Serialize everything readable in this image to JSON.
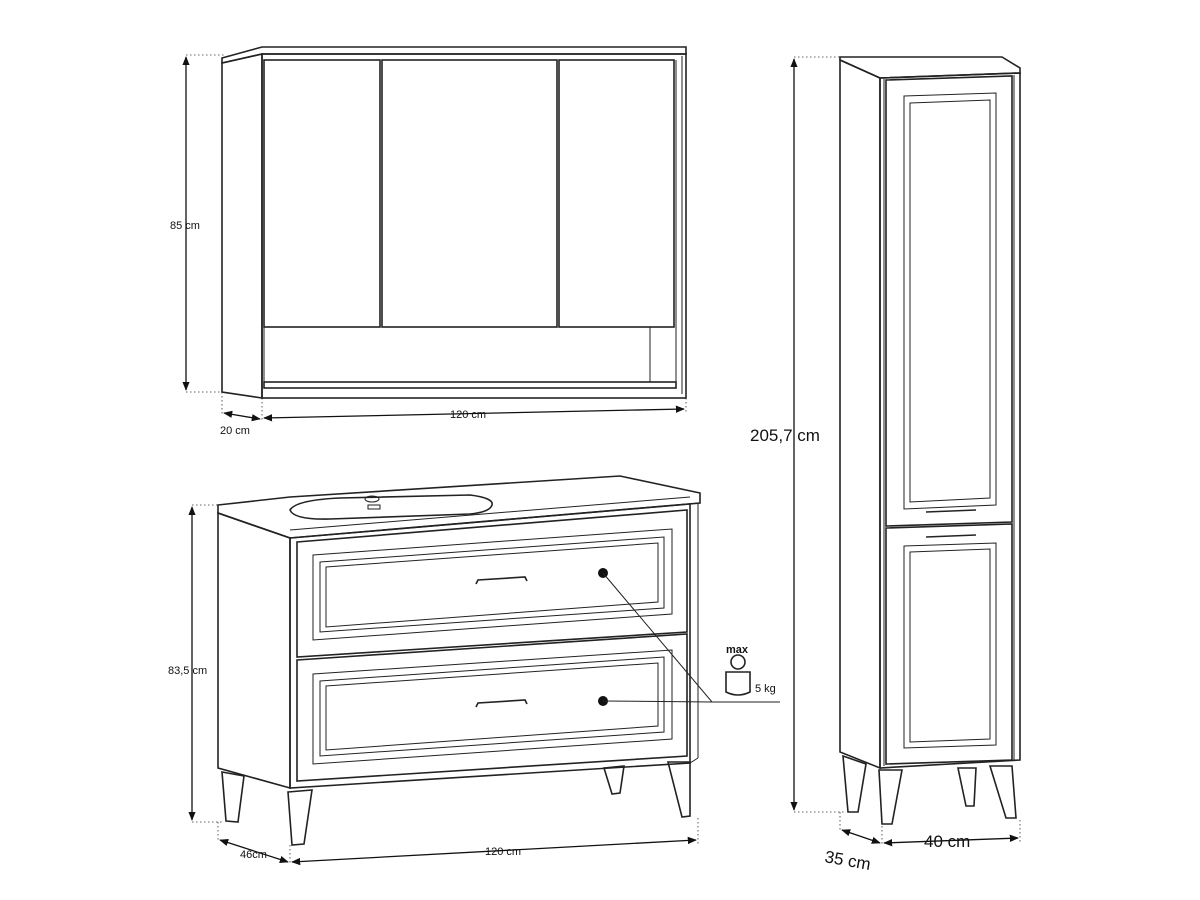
{
  "mirror_cabinet": {
    "height_label": "85 cm",
    "depth_label": "20 cm",
    "width_label": "120 cm"
  },
  "vanity": {
    "height_label": "83,5 cm",
    "depth_label": "46cm",
    "width_label": "120 cm",
    "max_load": {
      "top_label": "max",
      "value_label": "5 kg"
    }
  },
  "tall_cabinet": {
    "height_label": "205,7 cm",
    "depth_label": "35 cm",
    "width_label": "40 cm"
  }
}
